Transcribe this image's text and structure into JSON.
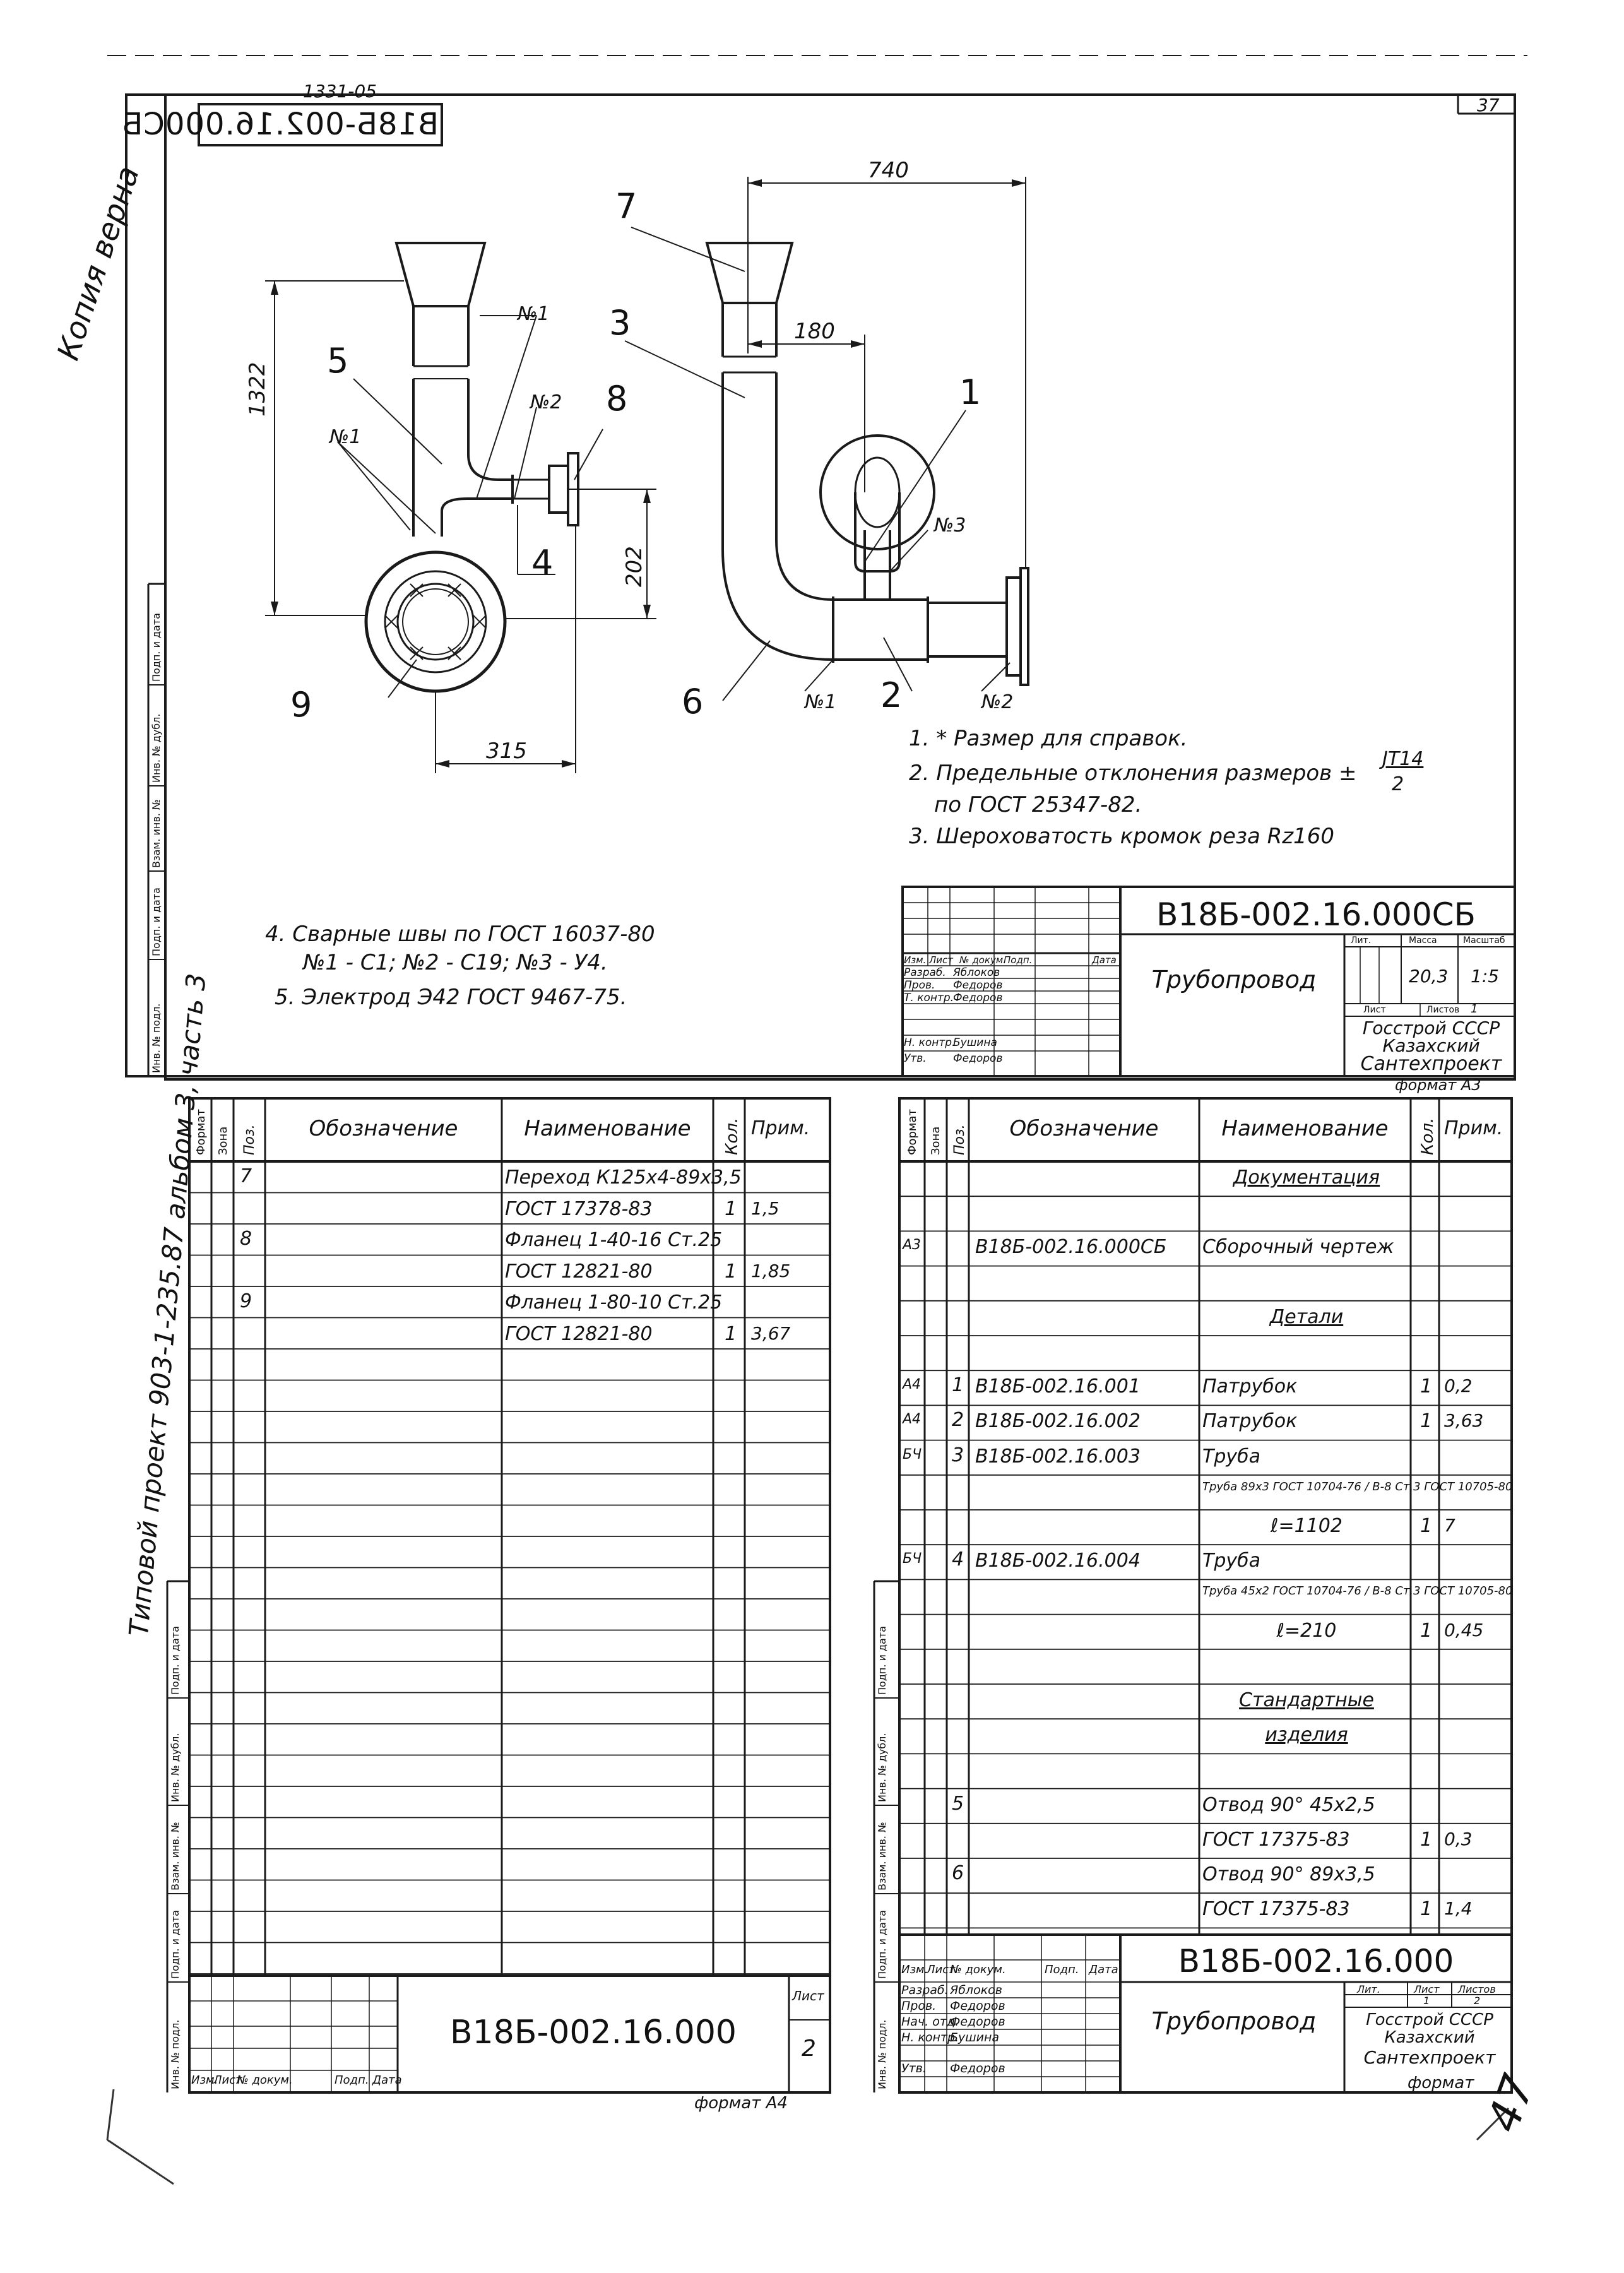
{
  "sheet": {
    "number": "37",
    "corner_mark": "1331-05",
    "mirrored_code": "В18Б-002.16.000СБ",
    "copy_note": "Копия верна",
    "side_note": "Типовой проект 903-1-235.87 альбом 3, часть 3",
    "page_mark": "47"
  },
  "drawing": {
    "dims": {
      "d740": "740",
      "d180": "180",
      "d1322": "1322",
      "d202": "202",
      "d315": "315"
    },
    "callouts": {
      "c1": "1",
      "c2": "2",
      "c3": "3",
      "c4": "4",
      "c5": "5",
      "c6": "6",
      "c7": "7",
      "c8": "8",
      "c9": "9"
    },
    "welds": {
      "w1a": "№1",
      "w1b": "№1",
      "w2a": "№2",
      "w3": "№3",
      "w1c": "№1",
      "w2b": "№2"
    }
  },
  "notes": {
    "n1": "1. * Размер для справок.",
    "n2a": "2. Предельные отклонения размеров ±",
    "n2frac_top": "JT14",
    "n2frac_bot": "2",
    "n2b": "по ГОСТ 25347-82.",
    "n3": "3. Шероховатость кромок реза   Rz160",
    "n4a": "4. Сварные швы по ГОСТ 16037-80",
    "n4b": "№1 - С1;  №2 - С19;  №3 - У4.",
    "n5": "5. Электрод Э42 ГОСТ 9467-75."
  },
  "stamp_top": {
    "code": "В18Б-002.16.000СБ",
    "title": "Трубопровод",
    "org1": "Госстрой СССР",
    "org2": "Казахский",
    "org3": "Сантехпроект",
    "format": "формат А3",
    "lit_h": "Лит.",
    "mass_h": "Масса",
    "scale_h": "Масштаб",
    "mass": "20,3",
    "scale": "1:5",
    "sheet_h": "Лист",
    "sheets_h": "Листов",
    "sheets_v": "1",
    "hdr": [
      "Изм.",
      "Лист",
      "№ докум.",
      "Подп.",
      "Дата"
    ],
    "rows": [
      {
        "role": "Разраб.",
        "name": "Яблоков"
      },
      {
        "role": "Пров.",
        "name": "Федоров"
      },
      {
        "role": "Т. контр.",
        "name": "Федоров"
      },
      {
        "role": "",
        "name": ""
      },
      {
        "role": "Н. контр.",
        "name": "Бушина"
      },
      {
        "role": "Утв.",
        "name": "Федоров"
      }
    ]
  },
  "spec_headers": {
    "format": "Формат",
    "zone": "Зона",
    "pos": "Поз.",
    "designation": "Обозначение",
    "name": "Наименование",
    "qty": "Кол.",
    "note": "Прим."
  },
  "left_spec": [
    {
      "fmt": "",
      "pos": "7",
      "des": "",
      "name": "Переход К125х4-89х3,5",
      "qty": "",
      "note": ""
    },
    {
      "fmt": "",
      "pos": "",
      "des": "",
      "name": "ГОСТ 17378-83",
      "qty": "1",
      "note": "1,5"
    },
    {
      "fmt": "",
      "pos": "8",
      "des": "",
      "name": "Фланец 1-40-16 Ст.25",
      "qty": "",
      "note": ""
    },
    {
      "fmt": "",
      "pos": "",
      "des": "",
      "name": "ГОСТ 12821-80",
      "qty": "1",
      "note": "1,85"
    },
    {
      "fmt": "",
      "pos": "9",
      "des": "",
      "name": "Фланец 1-80-10 Ст.25",
      "qty": "",
      "note": ""
    },
    {
      "fmt": "",
      "pos": "",
      "des": "",
      "name": "ГОСТ 12821-80",
      "qty": "1",
      "note": "3,67"
    }
  ],
  "right_spec": [
    {
      "fmt": "",
      "pos": "",
      "des": "",
      "name": "Документация",
      "qty": "",
      "note": "",
      "u": true
    },
    {
      "fmt": "",
      "pos": "",
      "des": "",
      "name": "",
      "qty": "",
      "note": ""
    },
    {
      "fmt": "А3",
      "pos": "",
      "des": "В18Б-002.16.000СБ",
      "name": "Сборочный чертеж",
      "qty": "",
      "note": ""
    },
    {
      "fmt": "",
      "pos": "",
      "des": "",
      "name": "",
      "qty": "",
      "note": ""
    },
    {
      "fmt": "",
      "pos": "",
      "des": "",
      "name": "Детали",
      "qty": "",
      "note": "",
      "u": true
    },
    {
      "fmt": "",
      "pos": "",
      "des": "",
      "name": "",
      "qty": "",
      "note": ""
    },
    {
      "fmt": "А4",
      "pos": "1",
      "des": "В18Б-002.16.001",
      "name": "Патрубок",
      "qty": "1",
      "note": "0,2"
    },
    {
      "fmt": "А4",
      "pos": "2",
      "des": "В18Б-002.16.002",
      "name": "Патрубок",
      "qty": "1",
      "note": "3,63"
    },
    {
      "fmt": "БЧ",
      "pos": "3",
      "des": "В18Б-002.16.003",
      "name": "Труба",
      "qty": "",
      "note": ""
    },
    {
      "fmt": "",
      "pos": "",
      "des": "",
      "name": "Труба 89х3 ГОСТ 10704-76 / В-8 Ст.3 ГОСТ 10705-80",
      "qty": "",
      "note": "",
      "small": true
    },
    {
      "fmt": "",
      "pos": "",
      "des": "",
      "name": "ℓ=1102",
      "qty": "1",
      "note": "7"
    },
    {
      "fmt": "БЧ",
      "pos": "4",
      "des": "В18Б-002.16.004",
      "name": "Труба",
      "qty": "",
      "note": ""
    },
    {
      "fmt": "",
      "pos": "",
      "des": "",
      "name": "Труба 45х2 ГОСТ 10704-76 / В-8 Ст.3 ГОСТ 10705-80",
      "qty": "",
      "note": "",
      "small": true
    },
    {
      "fmt": "",
      "pos": "",
      "des": "",
      "name": "ℓ=210",
      "qty": "1",
      "note": "0,45"
    },
    {
      "fmt": "",
      "pos": "",
      "des": "",
      "name": "",
      "qty": "",
      "note": ""
    },
    {
      "fmt": "",
      "pos": "",
      "des": "",
      "name": "Стандартные",
      "qty": "",
      "note": "",
      "u": true
    },
    {
      "fmt": "",
      "pos": "",
      "des": "",
      "name": "изделия",
      "qty": "",
      "note": "",
      "u": true
    },
    {
      "fmt": "",
      "pos": "",
      "des": "",
      "name": "",
      "qty": "",
      "note": ""
    },
    {
      "fmt": "",
      "pos": "5",
      "des": "",
      "name": "Отвод 90° 45х2,5",
      "qty": "",
      "note": ""
    },
    {
      "fmt": "",
      "pos": "",
      "des": "",
      "name": "ГОСТ 17375-83",
      "qty": "1",
      "note": "0,3"
    },
    {
      "fmt": "",
      "pos": "6",
      "des": "",
      "name": "Отвод 90° 89х3,5",
      "qty": "",
      "note": ""
    },
    {
      "fmt": "",
      "pos": "",
      "des": "",
      "name": "ГОСТ 17375-83",
      "qty": "1",
      "note": "1,4"
    }
  ],
  "stamp_left": {
    "code": "В18Б-002.16.000",
    "sheet_h": "Лист",
    "sheet_v": "2",
    "hdr": [
      "Изм.",
      "Лист",
      "№ докум.",
      "Подп.",
      "Дата"
    ],
    "format": "формат А4"
  },
  "stamp_right": {
    "code": "В18Б-002.16.000",
    "title": "Трубопровод",
    "lit_h": "Лит.",
    "sheet_h": "Лист",
    "sheets_h": "Листов",
    "sheet_v": "1",
    "sheets_v": "2",
    "org1": "Госстрой СССР",
    "org2": "Казахский",
    "org3": "Сантехпроект",
    "format": "формат",
    "hdr": [
      "Изм.",
      "Лист",
      "№ докум.",
      "Подп.",
      "Дата"
    ],
    "rows": [
      {
        "role": "Разраб.",
        "name": "Яблоков"
      },
      {
        "role": "Пров.",
        "name": "Федоров"
      },
      {
        "role": "Нач. отд.",
        "name": "Федоров"
      },
      {
        "role": "Н. контр.",
        "name": "Бушина"
      },
      {
        "role": "Утв.",
        "name": "Федоров"
      }
    ]
  },
  "margin_labels": [
    "Инв. № подл.",
    "Подп. и дата",
    "Взам. инв. №",
    "Инв. № дубл.",
    "Подп. и дата"
  ]
}
